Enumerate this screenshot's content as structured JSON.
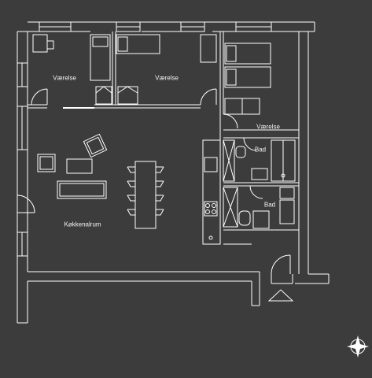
{
  "floor_plan": {
    "rooms": {
      "bedroom_1": "Værelse",
      "bedroom_2": "Værelse",
      "bedroom_3": "Værelse",
      "bath_1": "Bad",
      "bath_2": "Bad",
      "kitchen_living": "Køkkenalrum"
    },
    "compass": "compass-rose-icon"
  },
  "colors": {
    "background": "#3c3c3c",
    "lines": "#ffffff",
    "text": "#f2f2f2"
  }
}
